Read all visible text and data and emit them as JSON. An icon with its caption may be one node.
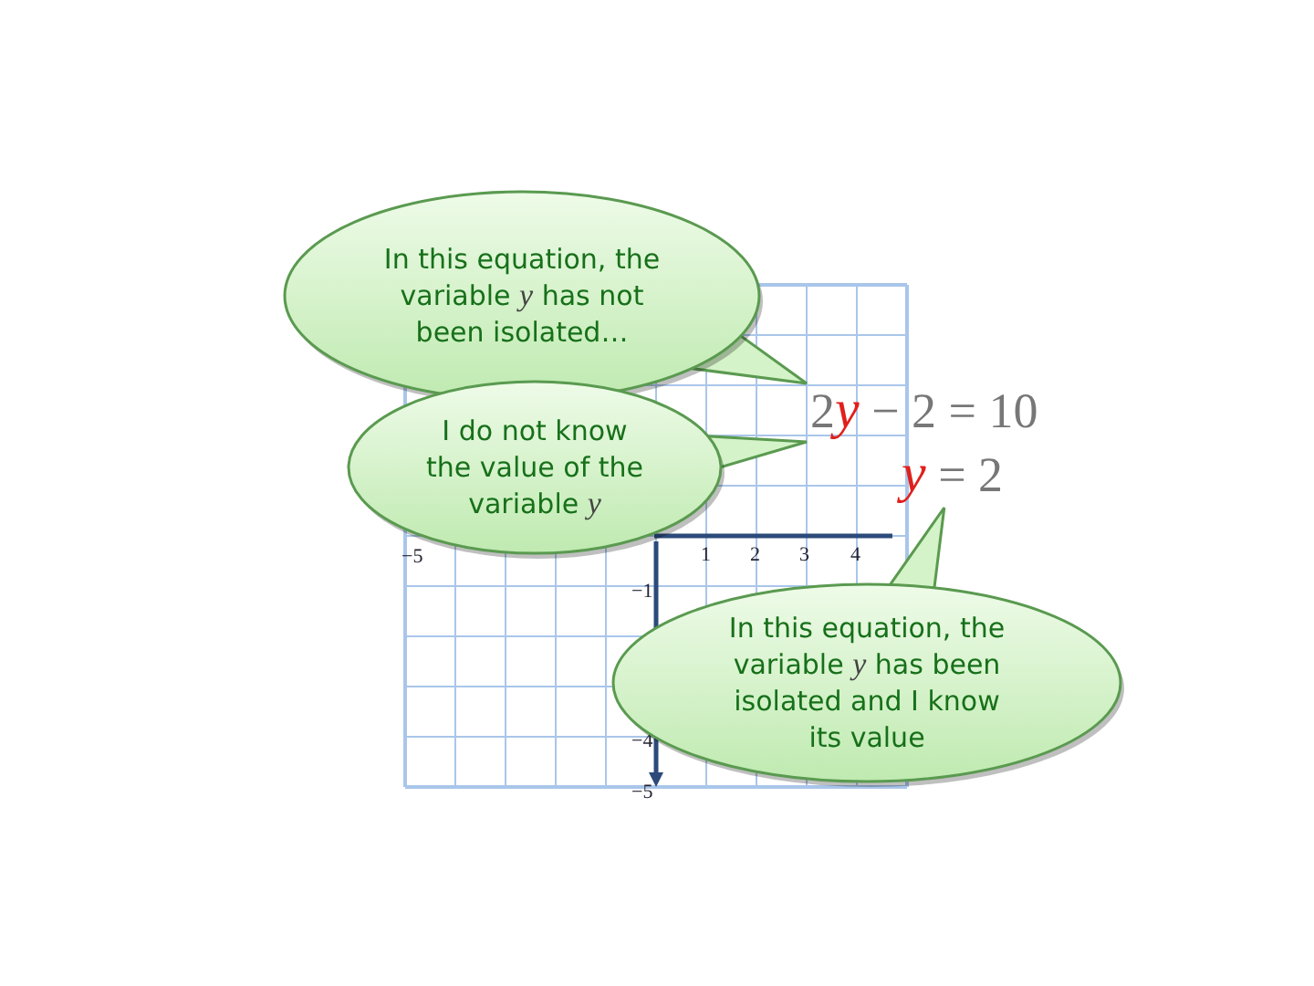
{
  "diagram": {
    "nodes": [
      {
        "text": [
          "In this equation, the variable *y* has not been isolated…"
        ]
      },
      {
        "text": [
          "I do not know the value of the variable *y*"
        ]
      },
      {
        "text": [
          "2",
          "*y* − 2 = 10"
        ]
      },
      {
        "text": [
          "*y* = 2"
        ]
      },
      {
        "text": [
          "In this equation, the variable *y* has been isolated and I know its value"
        ]
      }
    ],
    "edges": [
      {
        "from": 0,
        "to": 2,
        "arrow": "none"
      },
      {
        "from": 1,
        "to": 2,
        "arrow": "none"
      },
      {
        "from": 4,
        "to": 3,
        "arrow": "none"
      }
    ],
    "labels": [
      "−5",
      "1",
      "2",
      "3",
      "4",
      "−1",
      "−4",
      "−5"
    ]
  }
}
